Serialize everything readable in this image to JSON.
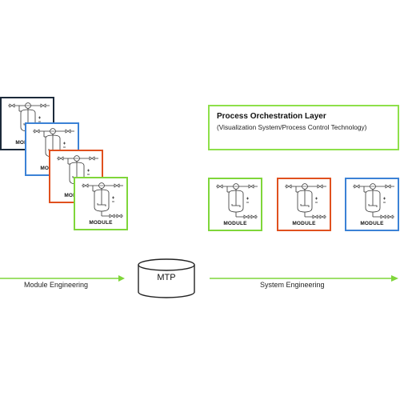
{
  "modules": [
    {
      "label": "MODULE",
      "color": "#1c2a3a",
      "group": "engineering-stack"
    },
    {
      "label": "MODULE",
      "color": "#3b82d6",
      "group": "engineering-stack"
    },
    {
      "label": "MODULE",
      "color": "#e0501e",
      "group": "engineering-stack"
    },
    {
      "label": "MODULE",
      "color": "#7fd63a",
      "group": "engineering-stack"
    },
    {
      "label": "MODULE",
      "color": "#7fd63a",
      "group": "system"
    },
    {
      "label": "MODULE",
      "color": "#e0501e",
      "group": "system"
    },
    {
      "label": "MODULE",
      "color": "#3b82d6",
      "group": "system"
    }
  ],
  "orchestration_layer": {
    "title": "Process Orchestration Layer",
    "subtitle": "(Visualization System/Process Control Technology)",
    "color": "#8ee04a"
  },
  "mtp": {
    "label": "MTP"
  },
  "flows": {
    "module_engineering": "Module Engineering",
    "system_engineering": "System Engineering",
    "arrow_color": "#7fd63a"
  }
}
